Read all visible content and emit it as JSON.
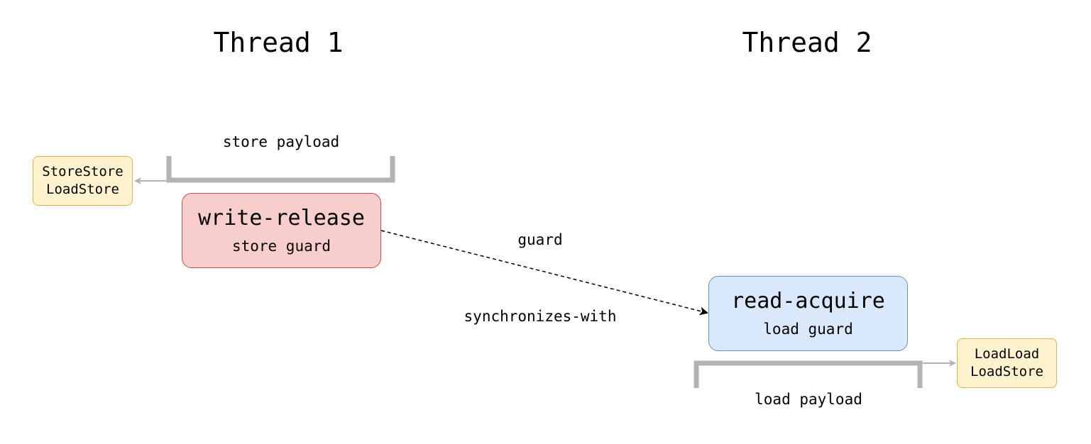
{
  "thread1": {
    "title": "Thread 1",
    "payload_label": "store payload",
    "box": {
      "main": "write-release",
      "sub": "store guard"
    },
    "barriers": [
      "StoreStore",
      "LoadStore"
    ]
  },
  "thread2": {
    "title": "Thread 2",
    "payload_label": "load payload",
    "box": {
      "main": "read-acquire",
      "sub": "load guard"
    },
    "barriers": [
      "LoadLoad",
      "LoadStore"
    ]
  },
  "edge": {
    "label_top": "guard",
    "label_bottom": "synchronizes-with"
  },
  "colors": {
    "release_fill": "#f8cecc",
    "release_stroke": "#b85450",
    "acquire_fill": "#dae8fc",
    "acquire_stroke": "#6c8ebf",
    "note_fill": "#fff2cc",
    "note_stroke": "#d6b656",
    "bracket": "#b3b3b3"
  }
}
